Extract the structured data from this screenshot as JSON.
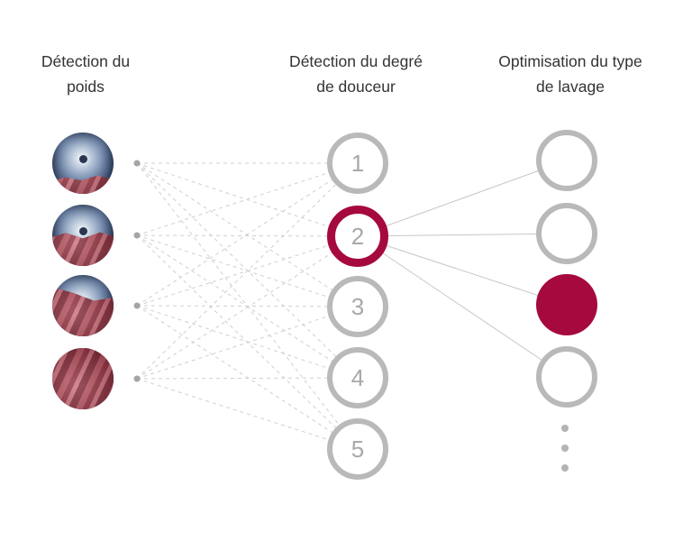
{
  "colors": {
    "accent_red": "#a6093d",
    "node_gray": "#b9b9b9",
    "label_gray": "#a8a8a8",
    "dashed_line_gray": "#cfcfcf",
    "solid_line_gray": "#c7c7c7",
    "header_text": "#333333",
    "background": "#ffffff"
  },
  "headers": {
    "weight": {
      "line1": "Détection du",
      "line2": "poids"
    },
    "softness": {
      "line1": "Détection du degré",
      "line2": "de douceur"
    },
    "wash": {
      "line1": "Optimisation du type",
      "line2": "de lavage"
    }
  },
  "network": {
    "input_nodes": [
      {
        "name": "drum-photo-load-small",
        "fabric_coverage": "low"
      },
      {
        "name": "drum-photo-load-medium",
        "fabric_coverage": "medium"
      },
      {
        "name": "drum-photo-load-large",
        "fabric_coverage": "high"
      },
      {
        "name": "drum-photo-load-full",
        "fabric_coverage": "full"
      }
    ],
    "hidden_nodes": [
      {
        "label": "1",
        "state": "default"
      },
      {
        "label": "2",
        "state": "selected"
      },
      {
        "label": "3",
        "state": "default"
      },
      {
        "label": "4",
        "state": "default"
      },
      {
        "label": "5",
        "state": "default"
      }
    ],
    "output_nodes": [
      {
        "state": "default"
      },
      {
        "state": "default"
      },
      {
        "state": "filled"
      },
      {
        "state": "default"
      }
    ],
    "output_ellipsis_dots": 3
  }
}
